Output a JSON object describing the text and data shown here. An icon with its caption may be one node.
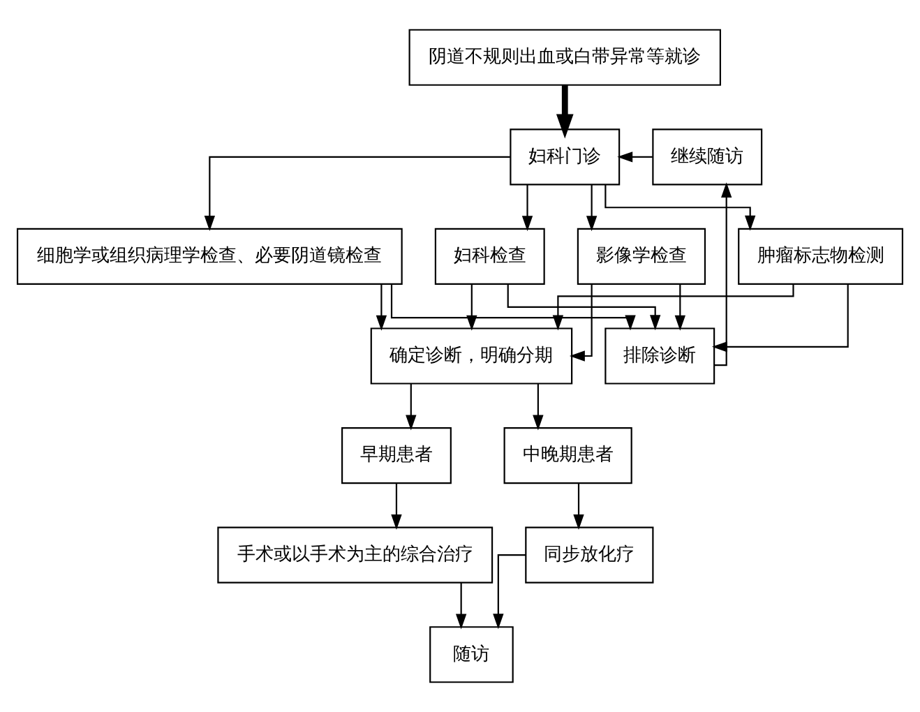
{
  "diagram": {
    "nodes": [
      {
        "text": [
          "阴道不规则出血或白带异常等就诊"
        ]
      },
      {
        "text": [
          "妇科门诊"
        ]
      },
      {
        "text": [
          "继续随访"
        ]
      },
      {
        "text": [
          "细胞学或组织病理学检查、必要阴道镜检查"
        ]
      },
      {
        "text": [
          "妇科检查"
        ]
      },
      {
        "text": [
          "影像学检查"
        ]
      },
      {
        "text": [
          "肿瘤标志物检测"
        ]
      },
      {
        "text": [
          "确定诊断，明确分期"
        ]
      },
      {
        "text": [
          "排除诊断"
        ]
      },
      {
        "text": [
          "早期患者"
        ]
      },
      {
        "text": [
          "中晚期患者"
        ]
      },
      {
        "text": [
          "手术或以手术为主的综合治疗"
        ]
      },
      {
        "text": [
          "同步放化疗"
        ]
      },
      {
        "text": [
          "随访"
        ]
      }
    ],
    "edges": [
      {
        "from": 0,
        "to": 1,
        "arrow": "to",
        "style": "thick"
      },
      {
        "from": 2,
        "to": 1,
        "arrow": "to"
      },
      {
        "from": 1,
        "to": 3,
        "arrow": "to"
      },
      {
        "from": 1,
        "to": 4,
        "arrow": "to"
      },
      {
        "from": 1,
        "to": 5,
        "arrow": "to"
      },
      {
        "from": 1,
        "to": 6,
        "arrow": "to"
      },
      {
        "from": 3,
        "to": 7,
        "arrow": "to"
      },
      {
        "from": 4,
        "to": 7,
        "arrow": "to"
      },
      {
        "from": 5,
        "to": 7,
        "arrow": "to"
      },
      {
        "from": 6,
        "to": 7,
        "arrow": "to"
      },
      {
        "from": 3,
        "to": 8,
        "arrow": "to"
      },
      {
        "from": 4,
        "to": 8,
        "arrow": "to"
      },
      {
        "from": 5,
        "to": 8,
        "arrow": "to"
      },
      {
        "from": 6,
        "to": 8,
        "arrow": "to"
      },
      {
        "from": 8,
        "to": 2,
        "arrow": "to"
      },
      {
        "from": 7,
        "to": 9,
        "arrow": "to"
      },
      {
        "from": 7,
        "to": 10,
        "arrow": "to"
      },
      {
        "from": 9,
        "to": 11,
        "arrow": "to"
      },
      {
        "from": 10,
        "to": 12,
        "arrow": "to"
      },
      {
        "from": 11,
        "to": 13,
        "arrow": "to"
      },
      {
        "from": 12,
        "to": 13,
        "arrow": "to"
      }
    ]
  }
}
